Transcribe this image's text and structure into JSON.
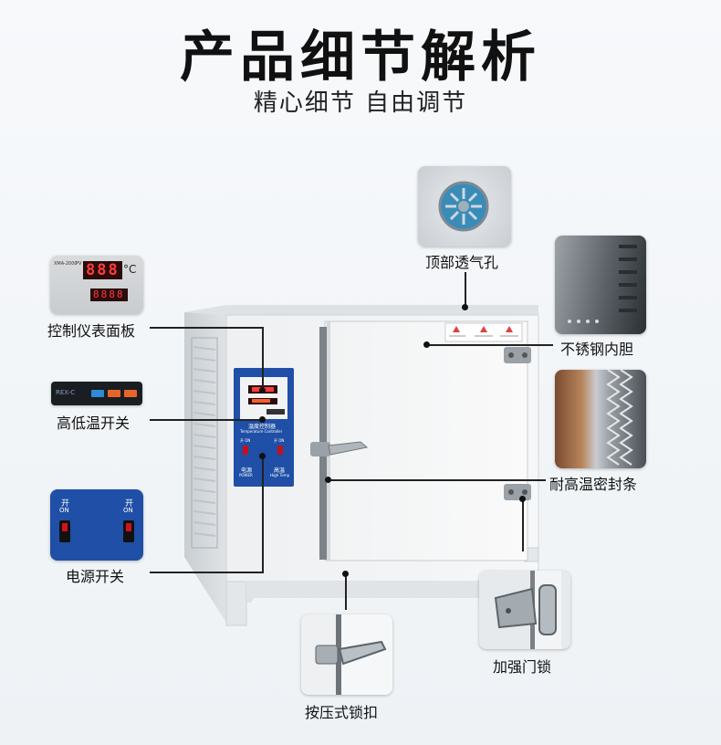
{
  "header": {
    "title": "产品细节解析",
    "subtitle": "精心细节 自由调节"
  },
  "callouts": {
    "top_vent": "顶部透气孔",
    "control_panel": "控制仪表面板",
    "stainless_liner": "不锈钢内胆",
    "temp_switch": "高低温开关",
    "seal_strip": "耐高温密封条",
    "power_switch": "电源开关",
    "door_lock": "加强门锁",
    "press_latch": "按压式锁扣"
  },
  "panel_thumb": {
    "model": "XMA-2000",
    "pv": "PV",
    "pv_value": "888",
    "unit": "°C",
    "sv_value": "8888"
  },
  "switch_thumb": {
    "brand": "REX-C",
    "left_label_cn": "开",
    "left_label_en": "ON",
    "right_label_cn": "开",
    "right_label_en": "ON"
  },
  "oven_panel": {
    "caption_cn": "温度控制器",
    "caption_en": "Temperature Controller",
    "power_cn": "电源",
    "power_en": "POWER",
    "high_cn": "高温",
    "high_en": "High Temp",
    "on_left": "开 ON",
    "on_right": "开 ON"
  },
  "colors": {
    "panel_blue": "#1f4fa6",
    "led_red": "#ff3b3b",
    "cabinet": "#e9ecee"
  }
}
